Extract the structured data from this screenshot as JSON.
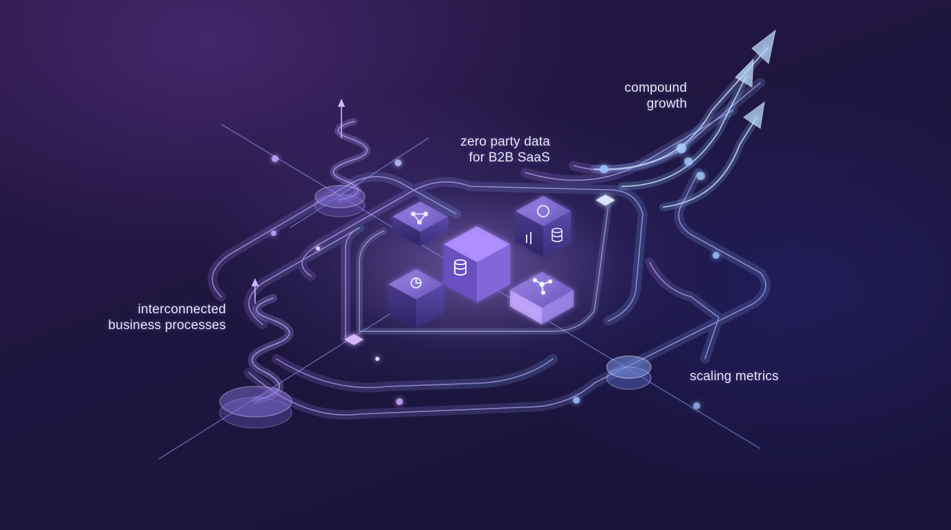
{
  "labels": {
    "compound_growth": [
      "compound",
      "growth"
    ],
    "zero_party_data": [
      "zero party data",
      "for B2B SaaS"
    ],
    "interconnected": [
      "interconnected",
      "business processes"
    ],
    "scaling_metrics": "scaling metrics"
  },
  "colors": {
    "background": "#1e1640",
    "glow_purple": "#b48cff",
    "glow_blue": "#7fb8ff",
    "text": "#e9e6f7"
  },
  "icons": [
    "network-nodes-icon",
    "database-icon",
    "gauge-bars-icon",
    "pie-chart-icon",
    "hub-icon"
  ]
}
